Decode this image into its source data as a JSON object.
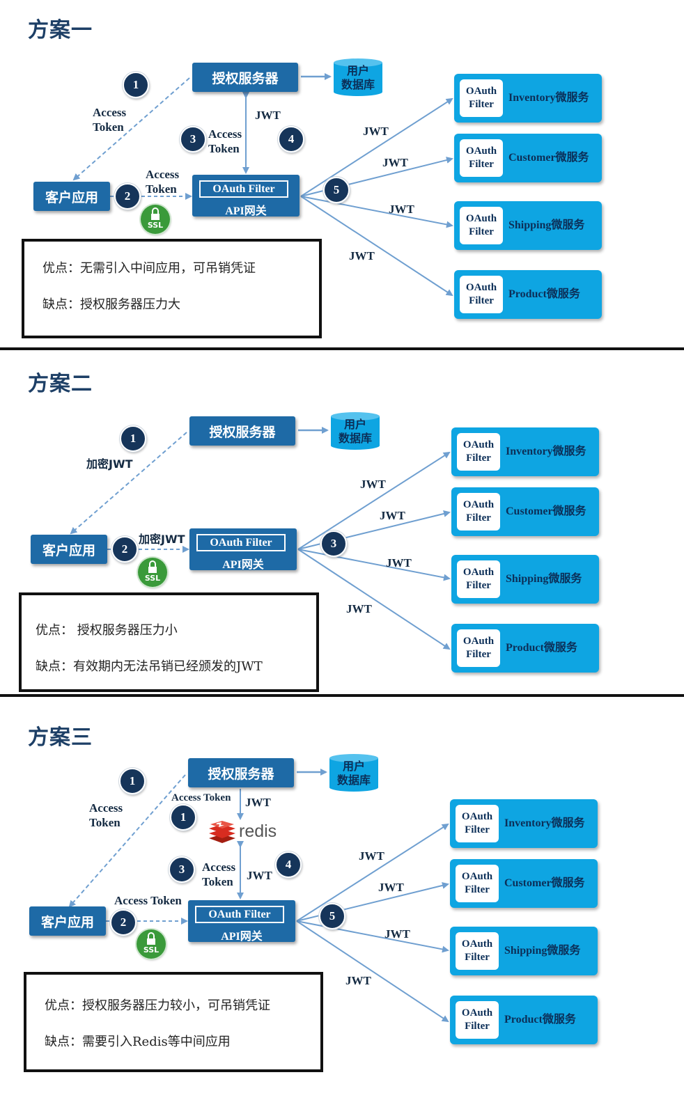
{
  "colors": {
    "title": "#1d3f66",
    "dark_box": "#1e6aa6",
    "service": "#0ea5e2",
    "circle": "#16355a",
    "arrow": "#6f9fd0",
    "ssl": "#3a9a3a"
  },
  "sections": [
    {
      "title": "方案一",
      "auth_server": "授权服务器",
      "user_db": [
        "用户",
        "数据库"
      ],
      "client": "客户应用",
      "gateway_filter": "OAuth Filter",
      "gateway": "API网关",
      "steps": [
        "1",
        "2",
        "3",
        "4",
        "5"
      ],
      "labels": {
        "client_to_auth": [
          "Access",
          "Token"
        ],
        "client_to_gateway": [
          "Access",
          "Token"
        ],
        "gateway_to_auth": [
          "Access",
          "Token"
        ],
        "auth_to_gateway": "JWT"
      },
      "ssl": "SSL",
      "edge_jwt": [
        "JWT",
        "JWT",
        "JWT",
        "JWT"
      ],
      "services": [
        {
          "filter": [
            "OAuth",
            "Filter"
          ],
          "name": "Inventory微服务"
        },
        {
          "filter": [
            "OAuth",
            "Filter"
          ],
          "name": "Customer微服务"
        },
        {
          "filter": [
            "OAuth",
            "Filter"
          ],
          "name": "Shipping微服务"
        },
        {
          "filter": [
            "OAuth",
            "Filter"
          ],
          "name": "Product微服务"
        }
      ],
      "pros": "优点：无需引入中间应用，可吊销凭证",
      "cons": "缺点：授权服务器压力大"
    },
    {
      "title": "方案二",
      "auth_server": "授权服务器",
      "user_db": [
        "用户",
        "数据库"
      ],
      "client": "客户应用",
      "gateway_filter": "OAuth Filter",
      "gateway": "API网关",
      "steps": [
        "1",
        "2",
        "3"
      ],
      "labels": {
        "client_to_auth": "加密JWT",
        "client_to_gateway": "加密JWT"
      },
      "ssl": "SSL",
      "edge_jwt": [
        "JWT",
        "JWT",
        "JWT",
        "JWT"
      ],
      "services": [
        {
          "filter": [
            "OAuth",
            "Filter"
          ],
          "name": "Inventory微服务"
        },
        {
          "filter": [
            "OAuth",
            "Filter"
          ],
          "name": "Customer微服务"
        },
        {
          "filter": [
            "OAuth",
            "Filter"
          ],
          "name": "Shipping微服务"
        },
        {
          "filter": [
            "OAuth",
            "Filter"
          ],
          "name": "Product微服务"
        }
      ],
      "pros": "优点：  授权服务器压力小",
      "cons": "缺点：有效期内无法吊销已经颁发的JWT"
    },
    {
      "title": "方案三",
      "auth_server": "授权服务器",
      "user_db": [
        "用户",
        "数据库"
      ],
      "client": "客户应用",
      "gateway_filter": "OAuth Filter",
      "gateway": "API网关",
      "redis": "redis",
      "steps": [
        "1",
        "1",
        "2",
        "3",
        "4",
        "5"
      ],
      "labels": {
        "client_to_auth": [
          "Access",
          "Token"
        ],
        "auth_to_redis_token": "Access Token",
        "auth_to_redis_jwt": "JWT",
        "gateway_to_redis": [
          "Access",
          "Token"
        ],
        "redis_to_gateway": "JWT",
        "client_to_gateway": "Access Token"
      },
      "ssl": "SSL",
      "edge_jwt": [
        "JWT",
        "JWT",
        "JWT",
        "JWT"
      ],
      "services": [
        {
          "filter": [
            "OAuth",
            "Filter"
          ],
          "name": "Inventory微服务"
        },
        {
          "filter": [
            "OAuth",
            "Filter"
          ],
          "name": "Customer微服务"
        },
        {
          "filter": [
            "OAuth",
            "Filter"
          ],
          "name": "Shipping微服务"
        },
        {
          "filter": [
            "OAuth",
            "Filter"
          ],
          "name": "Product微服务"
        }
      ],
      "pros": "优点：授权服务器压力较小，可吊销凭证",
      "cons": "缺点：需要引入Redis等中间应用"
    }
  ]
}
